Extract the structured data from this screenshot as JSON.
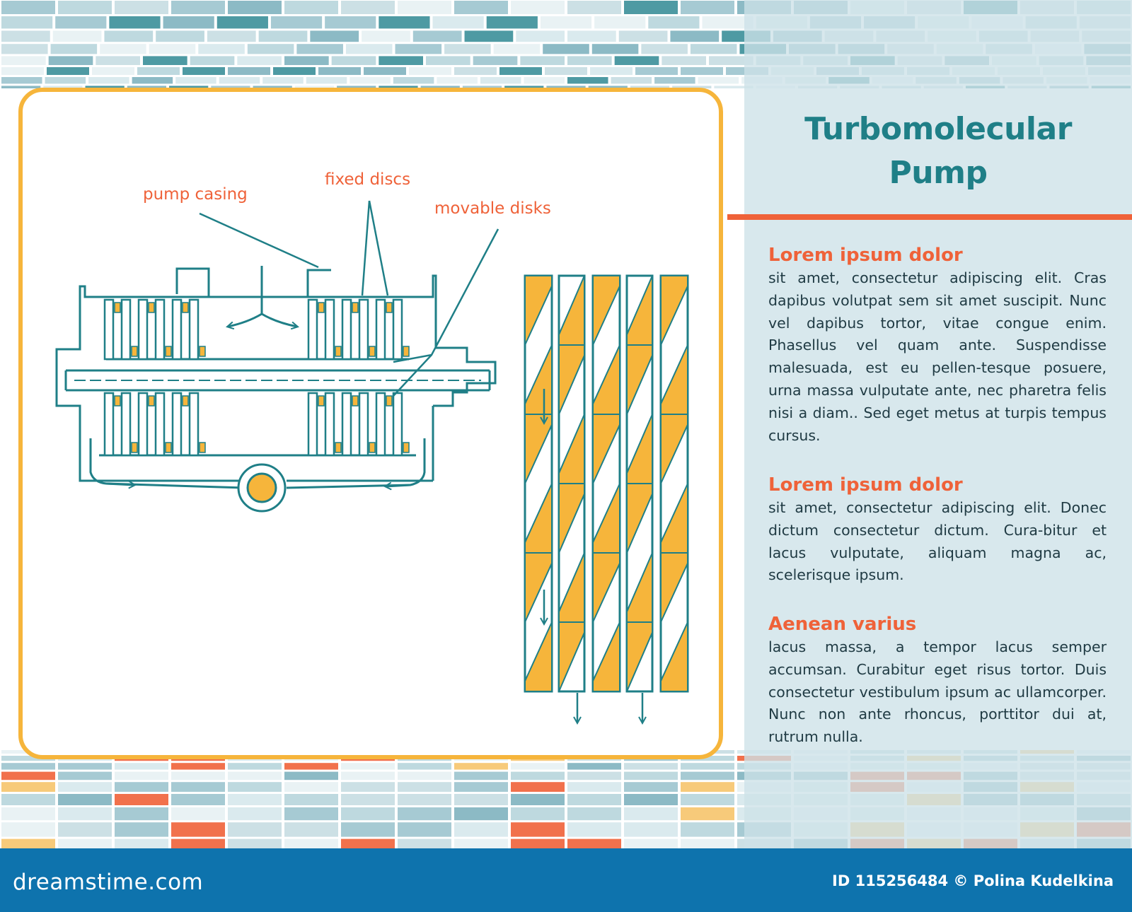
{
  "header": {
    "title_line1": "Turbomolecular",
    "title_line2": "Pump"
  },
  "diagram": {
    "labels": {
      "pump_casing": "pump casing",
      "fixed_discs": "fixed discs",
      "movable_disks": "movable disks"
    }
  },
  "sections": [
    {
      "heading": "Lorem ipsum dolor",
      "body": "sit amet, consectetur adipiscing elit. Cras dapibus volutpat sem sit amet suscipit. Nunc vel dapibus tortor, vitae congue enim. Phasellus vel quam ante. Suspendisse malesuada, est eu pellen-tesque posuere, urna massa vulputate ante, nec pharetra felis nisi a diam.. Sed eget metus at turpis tempus cursus."
    },
    {
      "heading": "Lorem ipsum dolor",
      "body": "sit amet, consectetur adipiscing elit. Donec dictum consectetur dictum. Cura-bitur et lacus vulputate, aliquam magna ac, scelerisque ipsum."
    },
    {
      "heading": "Aenean varius",
      "body": "lacus massa, a tempor lacus semper accumsan. Curabitur eget risus tortor. Duis consectetur vestibulum ipsum ac ullamcorper. Nunc non ante rhoncus, porttitor dui at, rutrum nulla."
    }
  ],
  "footer": {
    "brand": "dreamstime.com",
    "credit": "ID 115256484 © Polina Kudelkina"
  },
  "colors": {
    "teal": "#1f7f87",
    "orange": "#ef6239",
    "yellow": "#f6b53b",
    "footer_blue": "#0e73ad"
  }
}
